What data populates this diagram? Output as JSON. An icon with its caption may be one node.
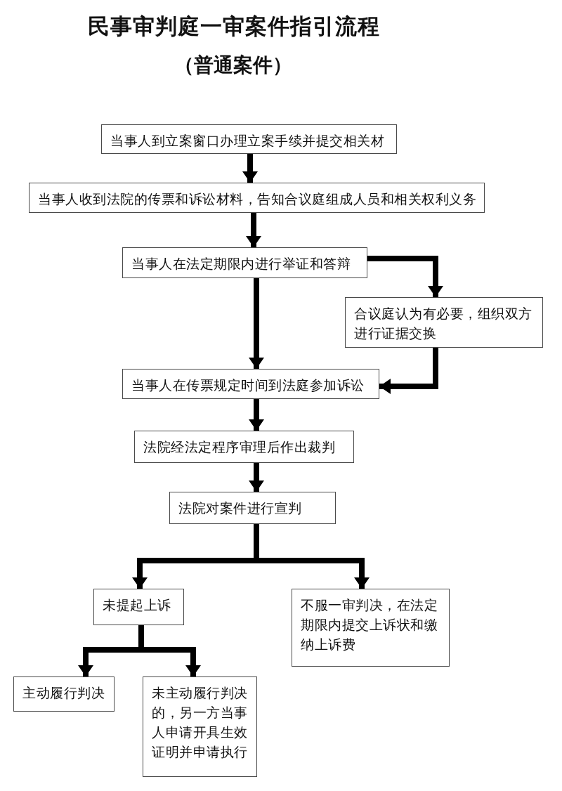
{
  "diagram": {
    "title": "民事审判庭一审案件指引流程",
    "nodes": [
      {
        "text": [
          "当事人到立案窗口办理立案手续并提交相关材"
        ]
      },
      {
        "text": [
          "当事人收到法院的传票和诉讼材料，告知合议庭组成人员和相关权利义务"
        ]
      },
      {
        "text": [
          "当事人在法定期限内进行举证和答辩"
        ]
      },
      {
        "text": [
          "合议庭认为有必要，组织双方进行证据交换"
        ]
      },
      {
        "text": [
          "当事人在传票规定时间到法庭参加诉讼"
        ]
      },
      {
        "text": [
          "法院经法定程序审理后作出裁判"
        ]
      },
      {
        "text": [
          "法院对案件进行宣判"
        ]
      },
      {
        "text": [
          "未提起上诉"
        ]
      },
      {
        "text": [
          "不服一审判决，在法定期限内提交上诉状和缴纳上诉费"
        ]
      },
      {
        "text": [
          "主动履行判决"
        ]
      },
      {
        "text": [
          "未主动履行判决的，另一方当事人申请开具生效证明并申请执行"
        ]
      }
    ],
    "edges": [
      {
        "from": 0,
        "to": 1,
        "arrow": "to"
      },
      {
        "from": 1,
        "to": 2,
        "arrow": "to"
      },
      {
        "from": 2,
        "to": 4,
        "arrow": "to"
      },
      {
        "from": 2,
        "to": 3,
        "arrow": "to"
      },
      {
        "from": 3,
        "to": 4,
        "arrow": "to"
      },
      {
        "from": 4,
        "to": 5,
        "arrow": "to"
      },
      {
        "from": 5,
        "to": 6,
        "arrow": "to"
      },
      {
        "from": 6,
        "to": 7,
        "arrow": "to"
      },
      {
        "from": 6,
        "to": 8,
        "arrow": "to"
      },
      {
        "from": 7,
        "to": 9,
        "arrow": "to"
      },
      {
        "from": 7,
        "to": 10,
        "arrow": "to"
      }
    ],
    "labels": [
      "（普通案件）"
    ]
  }
}
